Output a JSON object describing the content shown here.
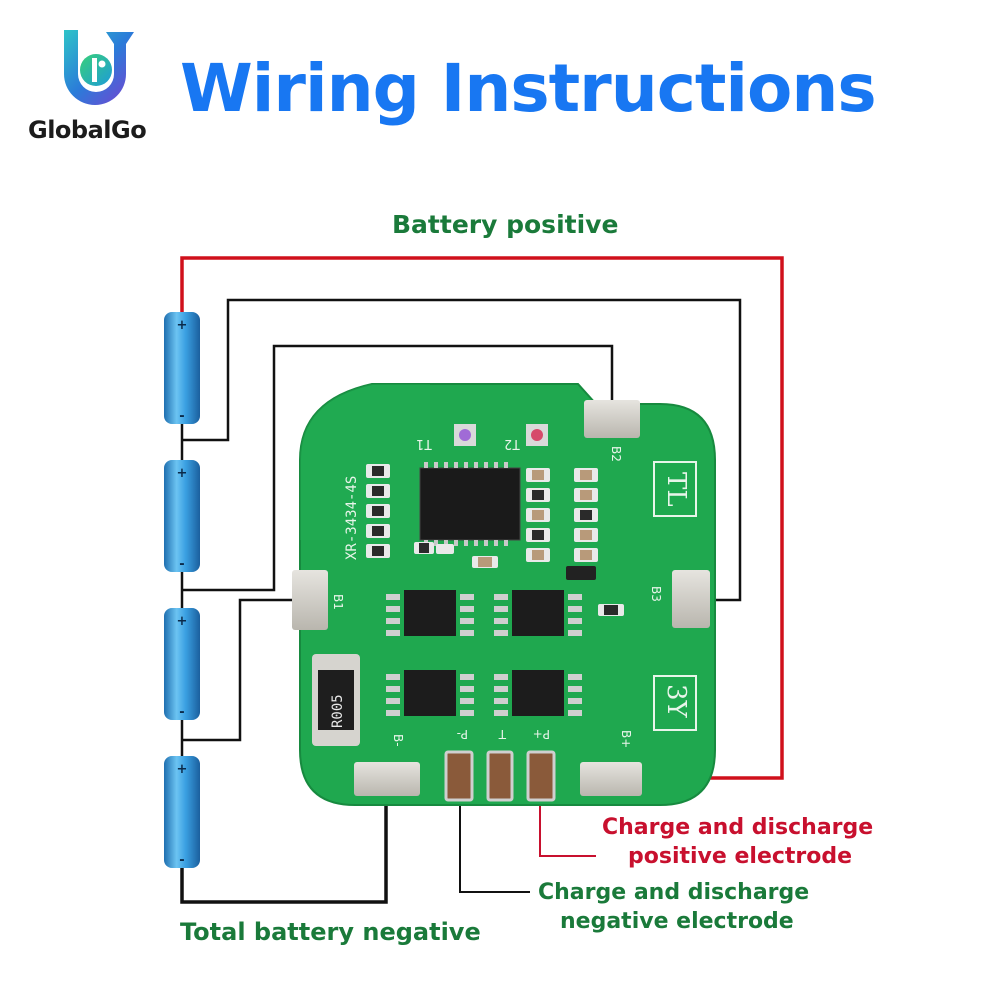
{
  "brand": {
    "name": "GlobalGo"
  },
  "title": "Wiring Instructions",
  "labels": {
    "battery_positive": "Battery positive",
    "total_battery_negative": "Total battery negative",
    "charge_discharge_positive_line1": "Charge and discharge",
    "charge_discharge_positive_line2": "positive electrode",
    "charge_discharge_negative_line1": "Charge and discharge",
    "charge_discharge_negative_line2": "negative electrode"
  },
  "board": {
    "model": "XR-3434-4S",
    "pads": {
      "b1": "B1",
      "b2": "B2",
      "b3": "B3",
      "b_minus": "B-",
      "b_plus": "B+",
      "p_minus": "P-",
      "t": "T",
      "p_plus": "P+"
    },
    "markings": {
      "tl": "TL",
      "y3": "3Y",
      "t1": "T1",
      "t2": "T2",
      "resistor": "R005"
    }
  },
  "cells": [
    {
      "plus": "+",
      "minus": "-"
    },
    {
      "plus": "+",
      "minus": "-"
    },
    {
      "plus": "+",
      "minus": "-"
    },
    {
      "plus": "+",
      "minus": "-"
    }
  ],
  "colors": {
    "title": "#1877f2",
    "label_green": "#1a7a3a",
    "label_red": "#c8102e",
    "wire_red": "#d0101c",
    "wire_black": "#111111",
    "pcb": "#1fa84f",
    "cell": "#2f8fd6"
  },
  "icons": {
    "logo": "globalgo-logo-icon"
  }
}
